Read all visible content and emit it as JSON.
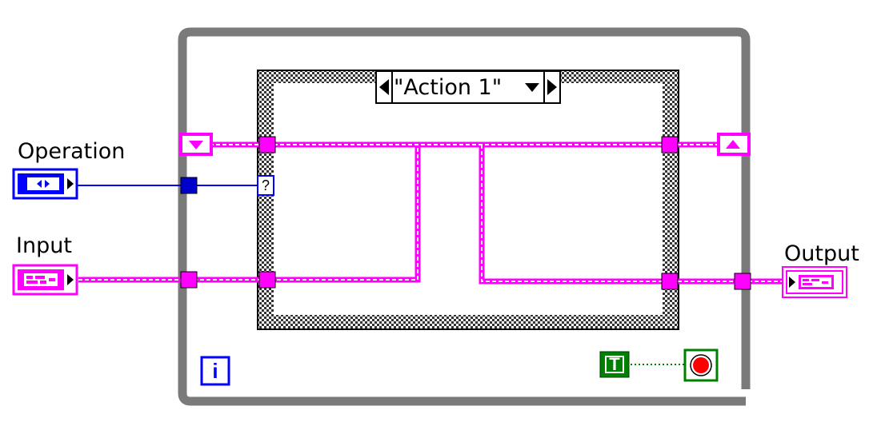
{
  "labels": {
    "operation": "Operation",
    "input": "Input",
    "output": "Output"
  },
  "case_structure": {
    "selector_label": "\"Action 1\"",
    "selector_terminal": "?"
  },
  "loop": {
    "iteration_terminal": "i",
    "stop_constant": "T"
  },
  "colors": {
    "loop_frame": "#7a7a7a",
    "cluster_wire": "#ff00ff",
    "enum_wire": "#0000ff",
    "boolean_wire": "#008000",
    "stop_red": "#ff0000"
  }
}
